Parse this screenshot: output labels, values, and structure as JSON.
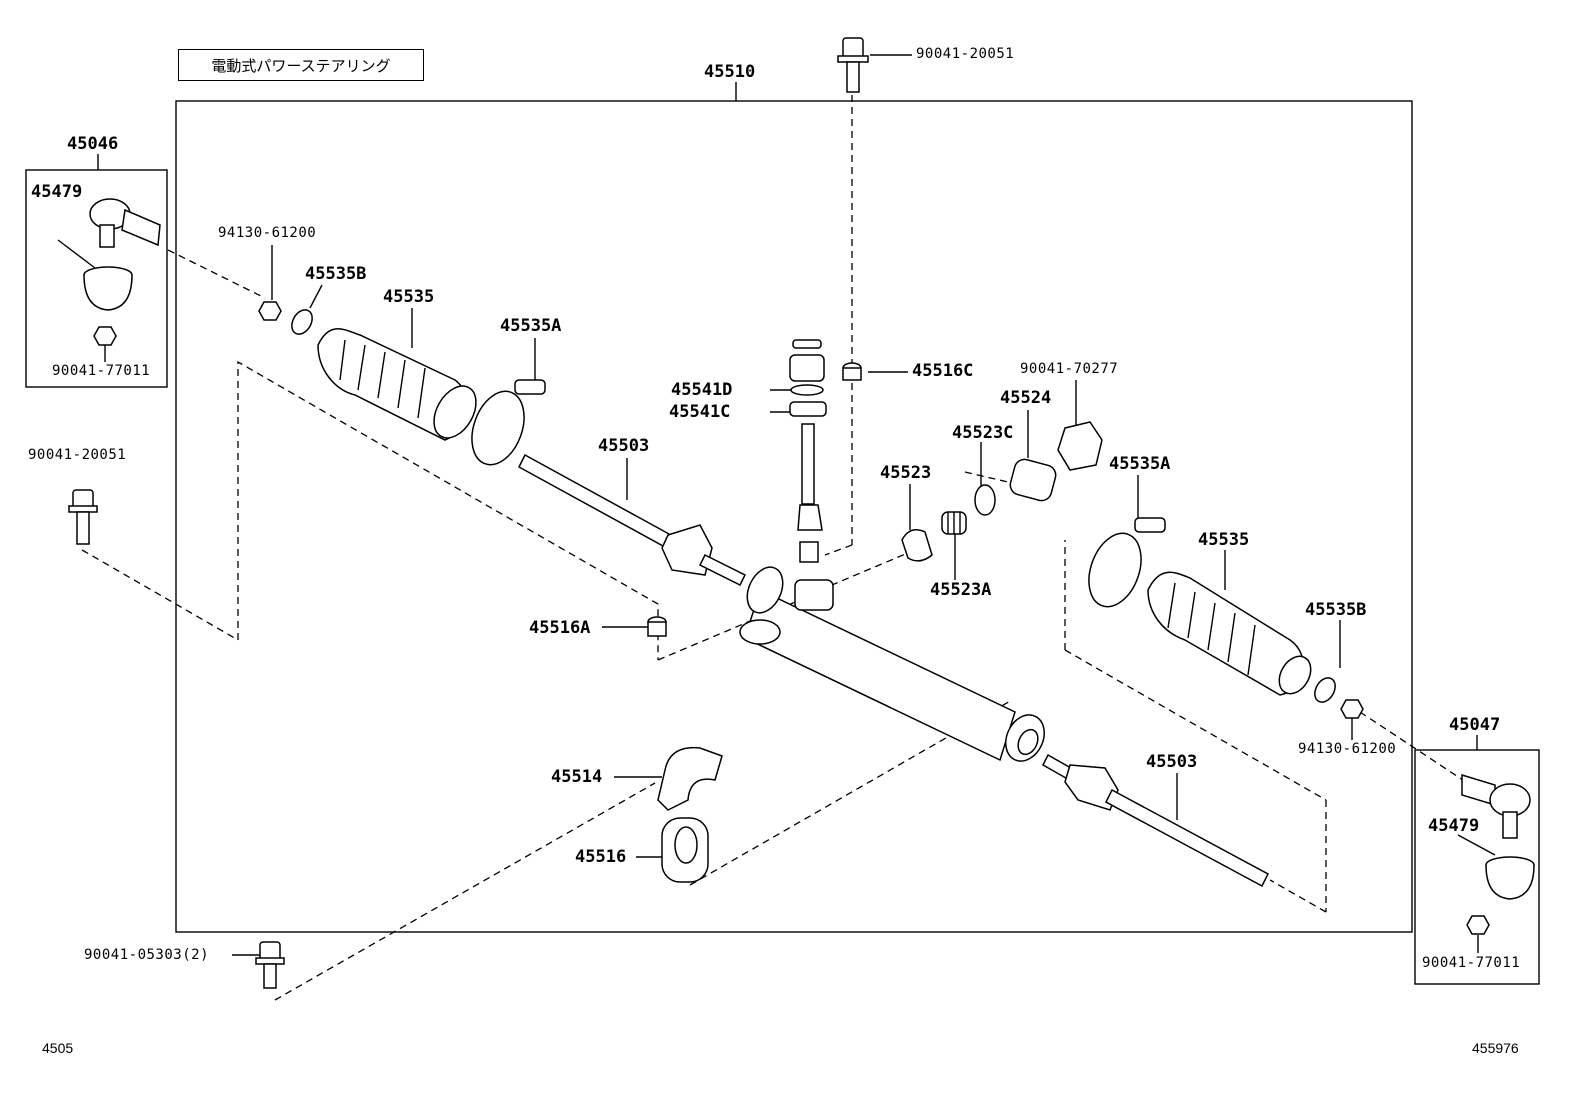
{
  "diagram": {
    "title": "電動式パワーステアリング",
    "assembly_number": "45510",
    "left_kit_number": "45046",
    "right_kit_number": "45047",
    "footer_left": "4505",
    "footer_right": "455976",
    "labels": {
      "bolt_top": "90041-20051",
      "bolt_left": "90041-20051",
      "bolt_bottom": "90041-05303(2)",
      "nut_left": "94130-61200",
      "nut_right": "94130-61200",
      "tie_end_left": "45479",
      "tie_end_right": "45479",
      "nut_kit_left": "90041-77011",
      "nut_kit_right": "90041-77011",
      "clip_b_left": "45535B",
      "clip_b_right": "45535B",
      "boot_left": "45535",
      "boot_right": "45535",
      "clamp_a_left": "45535A",
      "clamp_a_right": "45535A",
      "tie_rod_left": "45503",
      "tie_rod_right": "45503",
      "seal_d": "45541D",
      "seal_c": "45541C",
      "cap_c": "45516C",
      "cap_a": "45516A",
      "locknut": "90041-70277",
      "plug": "45524",
      "washer": "45523C",
      "guide": "45523",
      "spring": "45523A",
      "bracket": "45514",
      "bushing": "45516"
    }
  }
}
